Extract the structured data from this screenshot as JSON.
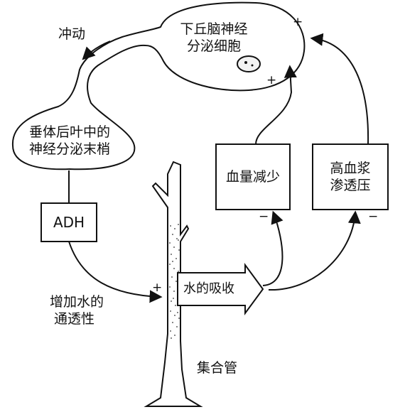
{
  "hypothalamus": {
    "line1": "下丘脑神经",
    "line2": "分泌细胞"
  },
  "impulse": "冲动",
  "pituitary": {
    "line1": "垂体后叶中的",
    "line2": "神经分泌末梢"
  },
  "adh": "ADH",
  "permeability": {
    "line1": "增加水的",
    "line2": "通透性"
  },
  "water_absorption": "水的吸收",
  "collecting_duct": "集合管",
  "blood_volume": "血量减少",
  "plasma": {
    "line1": "高血浆",
    "line2": "渗透压"
  },
  "signs": {
    "top_right_plus": "+",
    "mid_plus": "+",
    "permeability_plus": "+",
    "blood_minus": "−",
    "plasma_minus": "−"
  }
}
